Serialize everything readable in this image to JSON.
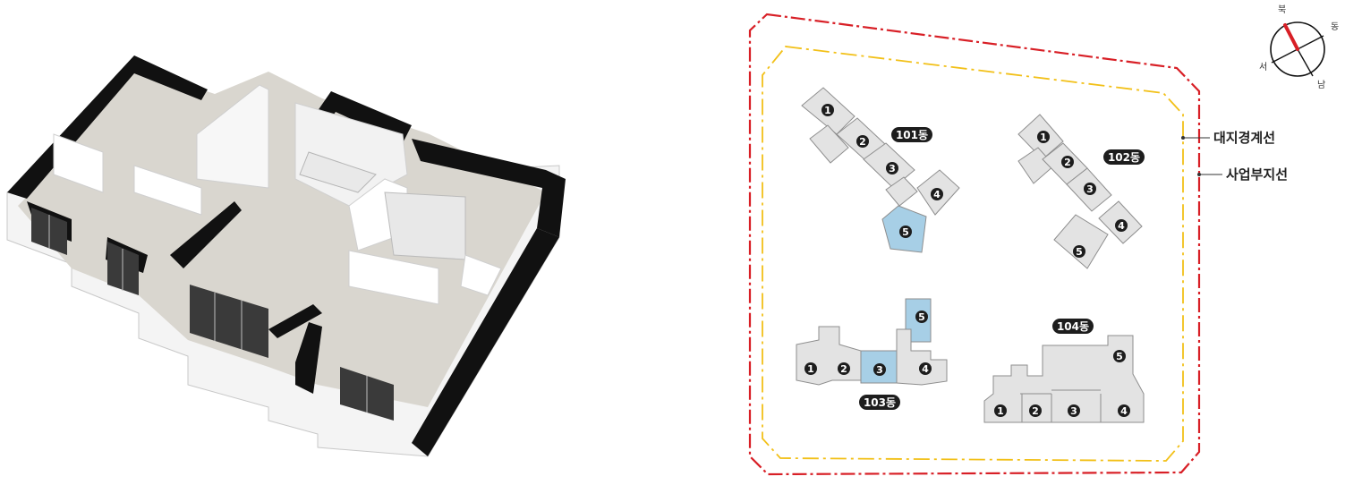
{
  "compass": {
    "north": "북",
    "east": "동",
    "west": "서",
    "south": "남"
  },
  "legend": {
    "site_boundary": "대지경계선",
    "project_boundary": "사업부지선"
  },
  "buildings": {
    "b101": {
      "label": "101동",
      "units": [
        "1",
        "2",
        "3",
        "4",
        "5"
      ],
      "highlight_unit": "5"
    },
    "b102": {
      "label": "102동",
      "units": [
        "1",
        "2",
        "3",
        "4",
        "5"
      ]
    },
    "b103": {
      "label": "103동",
      "units": [
        "1",
        "2",
        "3",
        "4",
        "5"
      ],
      "highlight_units": [
        "3",
        "5"
      ]
    },
    "b104": {
      "label": "104동",
      "units": [
        "1",
        "2",
        "3",
        "4",
        "5"
      ]
    }
  },
  "colors": {
    "site_line": "#d81f26",
    "project_line": "#f2c018",
    "block_fill": "#e3e3e3",
    "block_stroke": "#8e8e8e",
    "highlight_fill": "#a7cfe6",
    "label_bg": "#1d1d1d",
    "compass_needle": "#d81f26"
  },
  "floorplan": {
    "icon": "isometric-3d-floorplan"
  }
}
